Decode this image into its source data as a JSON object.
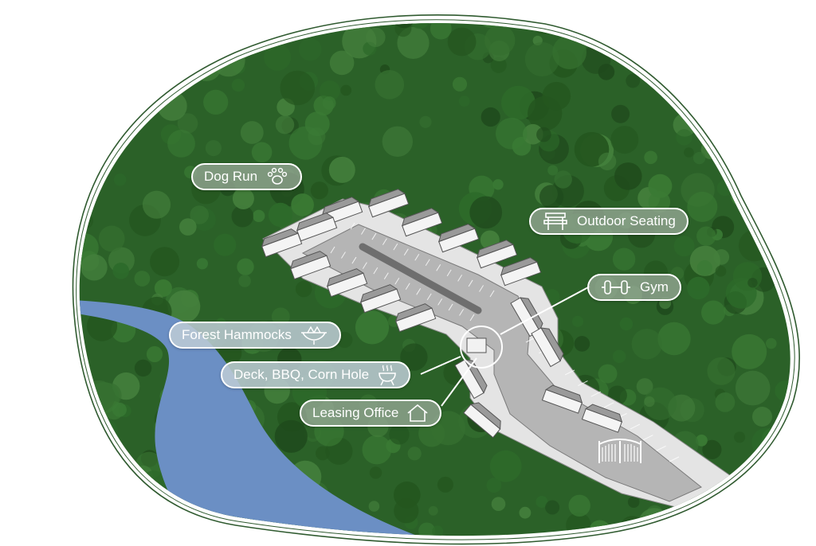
{
  "map": {
    "colors": {
      "forest": "#2f6a2c",
      "forest_dark": "#1f4d1f",
      "river": "#6b8fc4",
      "pavement": "#b3b3b3",
      "sidewalk": "#e3e3e3",
      "outline": "#2f5a2f",
      "label_bg": "#8ea58c",
      "label_text": "#ffffff"
    },
    "amenities": [
      {
        "id": "dog-run",
        "label": "Dog Run",
        "icon": "paw-icon"
      },
      {
        "id": "outdoor-seating",
        "label": "Outdoor Seating",
        "icon": "bench-icon"
      },
      {
        "id": "gym",
        "label": "Gym",
        "icon": "dumbbell-icon"
      },
      {
        "id": "forest-hammocks",
        "label": "Forest Hammocks",
        "icon": "hammock-icon"
      },
      {
        "id": "deck-bbq",
        "label": "Deck, BBQ, Corn Hole",
        "icon": "grill-icon"
      },
      {
        "id": "leasing-office",
        "label": "Leasing Office",
        "icon": "house-icon"
      }
    ],
    "gate_icon": "gate-icon"
  }
}
